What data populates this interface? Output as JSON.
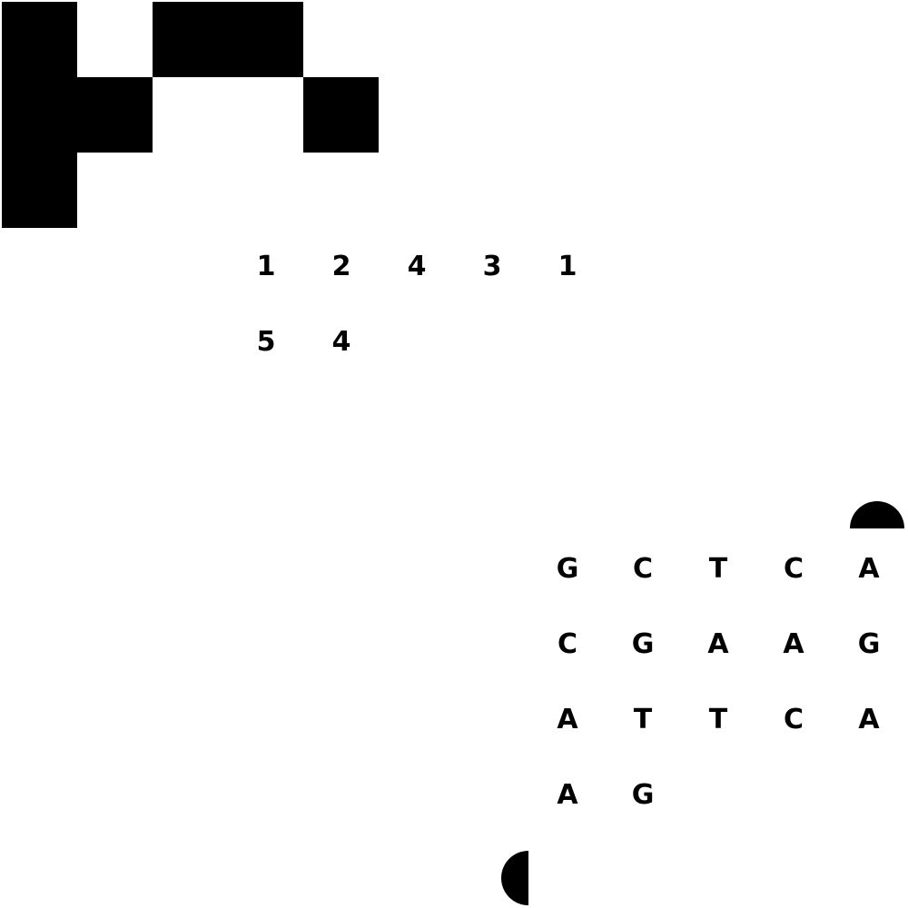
{
  "colors": {
    "background": "#ffffff",
    "ink": "#000000"
  },
  "pixel_pattern": {
    "rows": [
      [
        1,
        0,
        1,
        1,
        0
      ],
      [
        1,
        1,
        0,
        0,
        1
      ],
      [
        1,
        0,
        0,
        0,
        0
      ]
    ]
  },
  "number_sequence": [
    "1",
    "2",
    "4",
    "3",
    "1",
    "5",
    "4"
  ],
  "letter_grid": [
    "G",
    "C",
    "T",
    "C",
    "A",
    "C",
    "G",
    "A",
    "A",
    "G",
    "A",
    "T",
    "T",
    "C",
    "A",
    "A",
    "G"
  ],
  "shapes": [
    {
      "name": "half-circle-up-icon",
      "orientation": "up"
    },
    {
      "name": "half-circle-left-icon",
      "orientation": "left"
    }
  ]
}
